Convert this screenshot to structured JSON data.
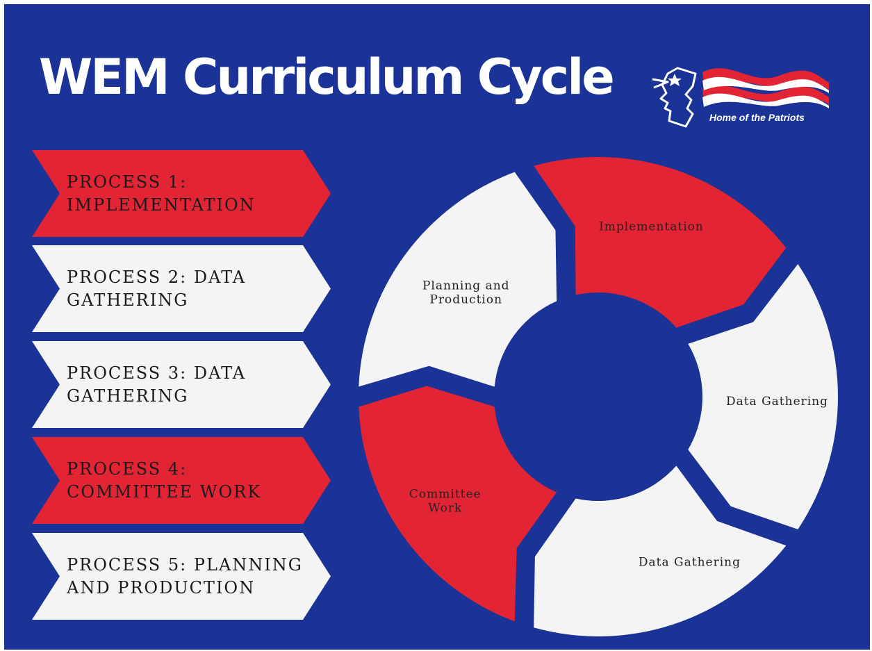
{
  "title": "WEM Curriculum Cycle",
  "logo": {
    "tagline": "Home of the Patriots"
  },
  "colors": {
    "background": "#1b3296",
    "red": "#e32434",
    "white": "#f4f4f4",
    "text": "#1a1a1a"
  },
  "processes": [
    {
      "label": "PROCESS 1: IMPLEMENTATION",
      "color": "red"
    },
    {
      "label": "PROCESS 2: DATA GATHERING",
      "color": "white"
    },
    {
      "label": "PROCESS 3: DATA GATHERING",
      "color": "white"
    },
    {
      "label": "PROCESS 4: COMMITTEE WORK",
      "color": "red"
    },
    {
      "label": "PROCESS 5: PLANNING AND PRODUCTION",
      "color": "white"
    }
  ],
  "cycle": [
    {
      "label_lines": [
        "Implementation"
      ],
      "color": "red"
    },
    {
      "label_lines": [
        "Data Gathering"
      ],
      "color": "white"
    },
    {
      "label_lines": [
        "Data Gathering"
      ],
      "color": "white"
    },
    {
      "label_lines": [
        "Committee",
        "Work"
      ],
      "color": "red"
    },
    {
      "label_lines": [
        "Planning and",
        "Production"
      ],
      "color": "white"
    }
  ]
}
